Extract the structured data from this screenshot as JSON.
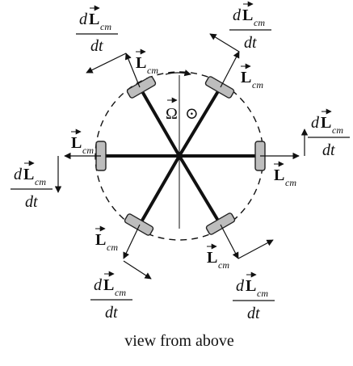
{
  "labels": {
    "L_symbol": "L",
    "L_subscript": "cm",
    "d": "d",
    "dt": "dt",
    "omega": "Ω",
    "out_of_page": "⊙",
    "caption": "view from above"
  },
  "colors": {
    "line": "#111111",
    "disk_fill": "#bdbdbd",
    "disk_stroke": "#222222"
  }
}
